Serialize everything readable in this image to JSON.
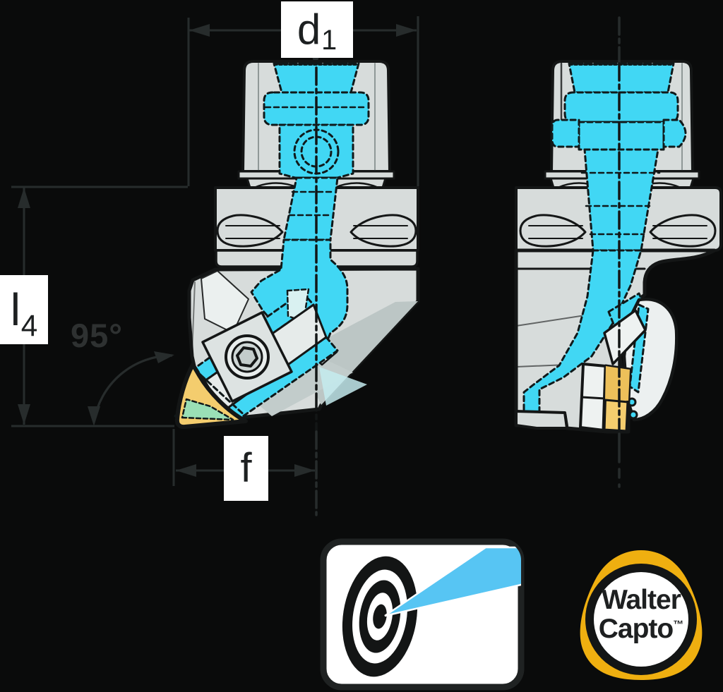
{
  "annotations": {
    "d1": {
      "base": "d",
      "sub": "1"
    },
    "l4": {
      "base": "l",
      "sub": "4"
    },
    "f": {
      "label": "f"
    },
    "angle": {
      "label": "95°"
    }
  },
  "logos": {
    "walter_capto": {
      "line1": "Walter",
      "line2": "Capto",
      "trademark": "™"
    },
    "precision_coolant_icon": "bullseye-target-with-coolant-jet"
  },
  "colors": {
    "background": "#0a0b0b",
    "annotation_gray": "#272c2c",
    "body_gray": "#d7dcdb",
    "coolant_cyan": "#41d7f4",
    "insert_yellow": "#f4cd6e",
    "shim_green": "#9adfb6",
    "logo_yellow": "#efaf10",
    "beam_blue": "#57c5f3",
    "outline_black": "#141616",
    "label_background": "#ffffff",
    "label_text": "#1d2021"
  }
}
